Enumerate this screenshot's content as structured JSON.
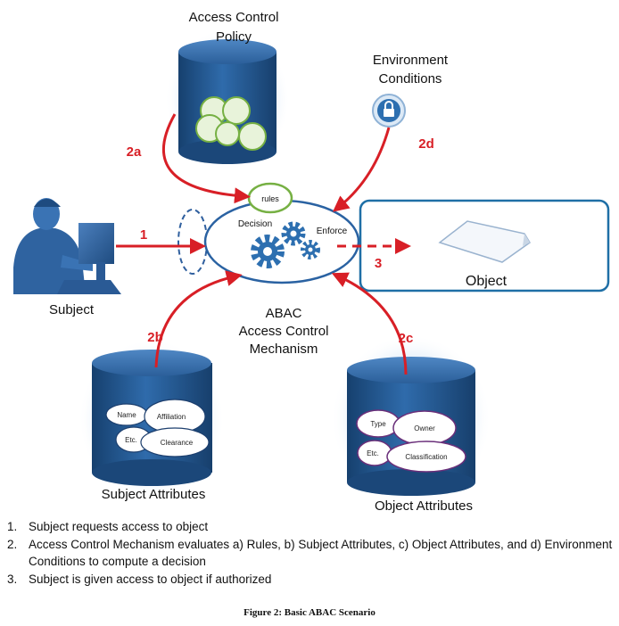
{
  "nodes": {
    "policy": {
      "line1": "Access Control",
      "line2": "Policy"
    },
    "environment": {
      "line1": "Environment",
      "line2": "Conditions"
    },
    "subject": "Subject",
    "object": "Object",
    "mechanism": {
      "line1": "ABAC",
      "line2": "Access Control",
      "line3": "Mechanism"
    },
    "subject_attributes": "Subject Attributes",
    "object_attributes": "Object Attributes"
  },
  "mechanism_parts": {
    "rules": "rules",
    "decision": "Decision",
    "enforce": "Enforce"
  },
  "steps": {
    "s1": "1",
    "s2a": "2a",
    "s2b": "2b",
    "s2c": "2c",
    "s2d": "2d",
    "s3": "3"
  },
  "subject_attr_items": {
    "name": "Name",
    "affiliation": "Affiliation",
    "etc": "Etc.",
    "clearance": "Clearance"
  },
  "object_attr_items": {
    "type": "Type",
    "owner": "Owner",
    "etc": "Etc.",
    "classification": "Classification"
  },
  "notes": [
    {
      "num": "1.",
      "text": "Subject requests access to object"
    },
    {
      "num": "2.",
      "text": "Access Control Mechanism evaluates a) Rules, b) Subject Attributes, c) Object Attributes, and d) Environment Conditions to  compute a decision"
    },
    {
      "num": "3.",
      "text": "Subject is given access to object if authorized"
    }
  ],
  "caption": "Figure 2: Basic ABAC Scenario",
  "colors": {
    "arrow": "#d81f26",
    "border": "#1f6fa6",
    "cylinder_dark": "#1d4f86",
    "cylinder_light": "#6da3d6",
    "gear": "#2d6fb0"
  }
}
